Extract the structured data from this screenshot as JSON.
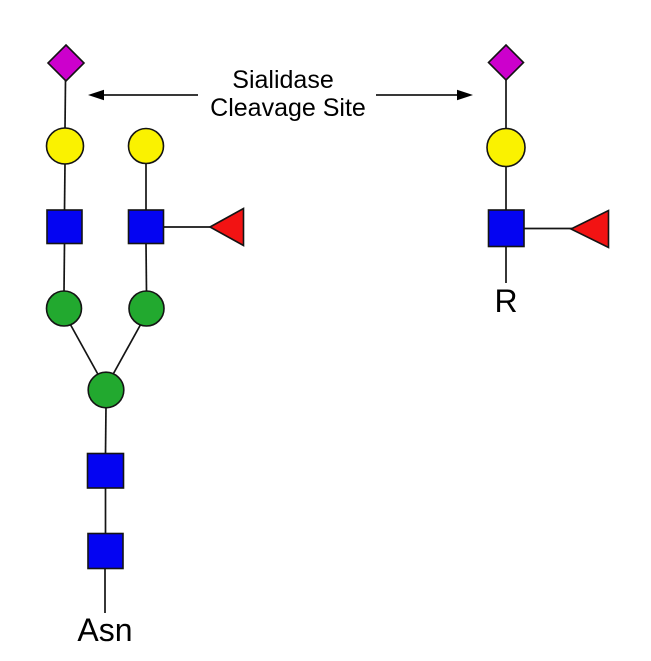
{
  "title": {
    "line1": "Sialidase",
    "line2": "Cleavage Site"
  },
  "labels": {
    "asn": "Asn",
    "r": "R"
  },
  "colors": {
    "sialic_acid": "#CC00CC",
    "galactose": "#FAF200",
    "glcnac": "#0404F2",
    "mannose": "#22A92F",
    "fucose": "#F21313",
    "line": "#141414",
    "background": "#FFFFFF"
  },
  "icons": {
    "sialic_acid": "magenta-diamond",
    "galactose": "yellow-circle",
    "glcnac": "blue-square",
    "mannose": "green-circle",
    "fucose": "red-triangle",
    "cleavage_pointer": "black-arrow"
  }
}
